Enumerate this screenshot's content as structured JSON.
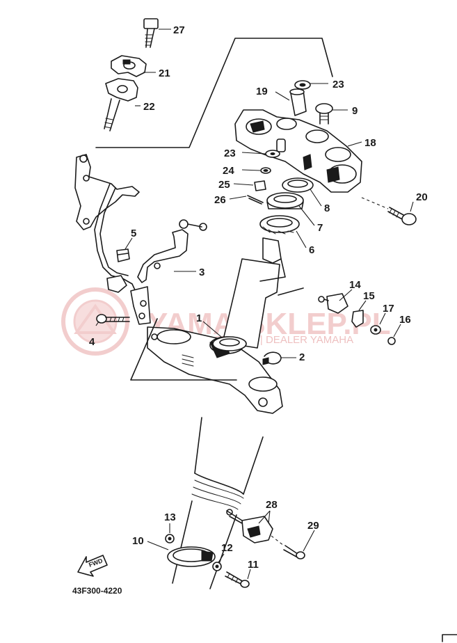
{
  "watermark": {
    "title": "YAMA-SKLEP.PL",
    "subtitle": "YAMAHA DOSTAWCA | DEALER YAMAHA",
    "color": "#e8a6a6"
  },
  "catalog_code": "43F300-4220",
  "forward_label": "FWD",
  "callouts": [
    "27",
    "21",
    "22",
    "19",
    "23",
    "9",
    "18",
    "23",
    "24",
    "25",
    "26",
    "8",
    "7",
    "6",
    "20",
    "5",
    "3",
    "14",
    "15",
    "17",
    "16",
    "1",
    "4",
    "2",
    "28",
    "13",
    "29",
    "10",
    "12",
    "11"
  ]
}
